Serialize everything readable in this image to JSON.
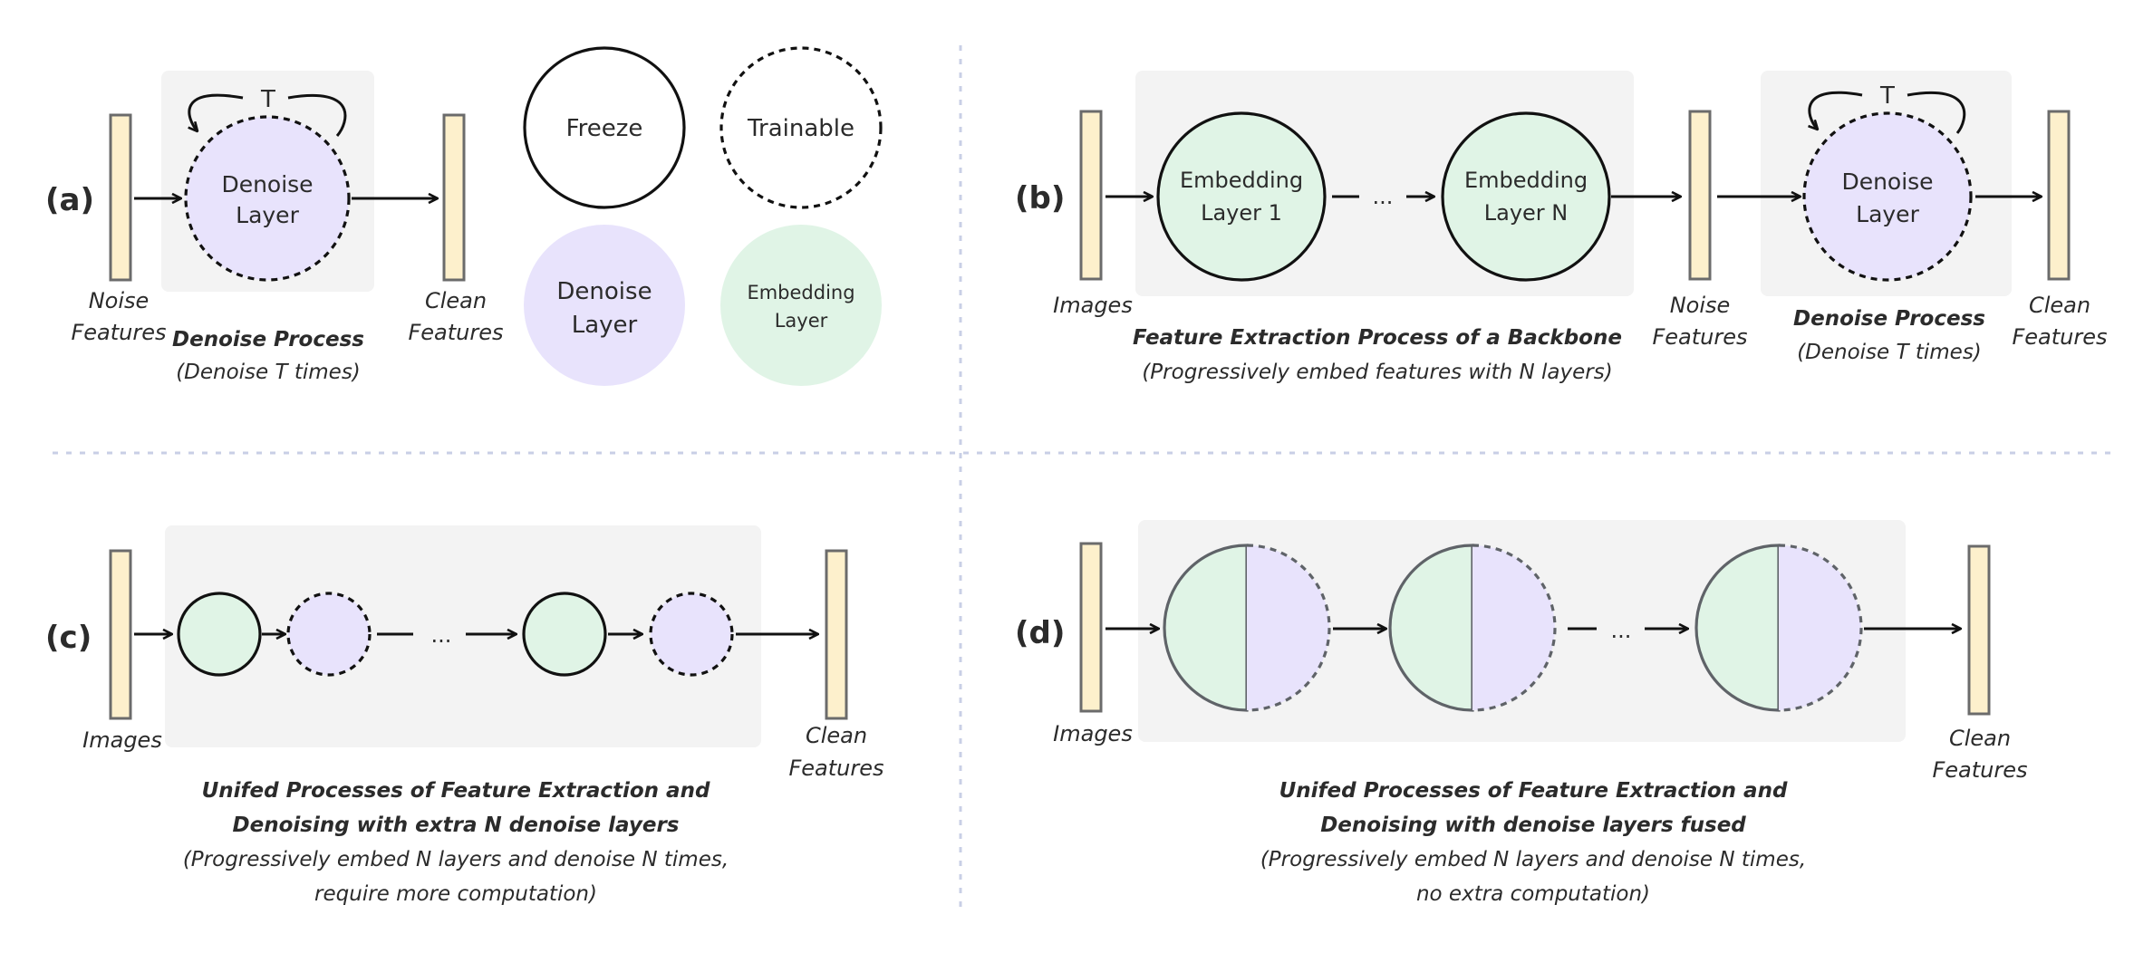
{
  "colors": {
    "feature_fill": "#fdf0cc",
    "feature_stroke": "#6b6b6b",
    "denoise_fill": "#e8e3fc",
    "embedding_fill": "#e0f4e6",
    "panel_bg": "#f3f3f3",
    "separator": "#c9cfe6"
  },
  "panel_a": {
    "tag": "(a)",
    "loop_label": "T",
    "denoise_line1": "Denoise",
    "denoise_line2": "Layer",
    "input_line1": "Noise",
    "input_line2": "Features",
    "output_line1": "Clean",
    "output_line2": "Features",
    "title": "Denoise Process",
    "subtitle": "(Denoise T times)"
  },
  "legend": {
    "freeze": "Freeze",
    "trainable": "Trainable",
    "denoise_line1": "Denoise",
    "denoise_line2": "Layer",
    "embedding_line1": "Embedding",
    "embedding_line2": "Layer"
  },
  "panel_b": {
    "tag": "(b)",
    "input": "Images",
    "embed1_line1": "Embedding",
    "embed1_line2": "Layer 1",
    "embedN_line1": "Embedding",
    "embedN_line2": "Layer N",
    "ellipsis": "...",
    "noise_line1": "Noise",
    "noise_line2": "Features",
    "loop_label": "T",
    "denoise_line1": "Denoise",
    "denoise_line2": "Layer",
    "output_line1": "Clean",
    "output_line2": "Features",
    "title": "Feature Extraction Process of a Backbone",
    "subtitle": "(Progressively embed features  with  N layers)",
    "denoise_title": "Denoise Process",
    "denoise_subtitle": "(Denoise T times)"
  },
  "panel_c": {
    "tag": "(c)",
    "input": "Images",
    "ellipsis": "...",
    "output_line1": "Clean",
    "output_line2": "Features",
    "title_line1": "Unifed Processes of Feature Extraction and",
    "title_line2": "Denoising with extra N denoise layers",
    "subtitle_line1": "(Progressively embed  N layers and denoise N times,",
    "subtitle_line2": "require more computation)"
  },
  "panel_d": {
    "tag": "(d)",
    "input": "Images",
    "ellipsis": "...",
    "output_line1": "Clean",
    "output_line2": "Features",
    "title_line1": "Unifed Processes of Feature Extraction and",
    "title_line2": "Denoising with denoise layers fused",
    "subtitle_line1": "(Progressively embed  N layers and denoise N times,",
    "subtitle_line2": "no extra computation)"
  }
}
